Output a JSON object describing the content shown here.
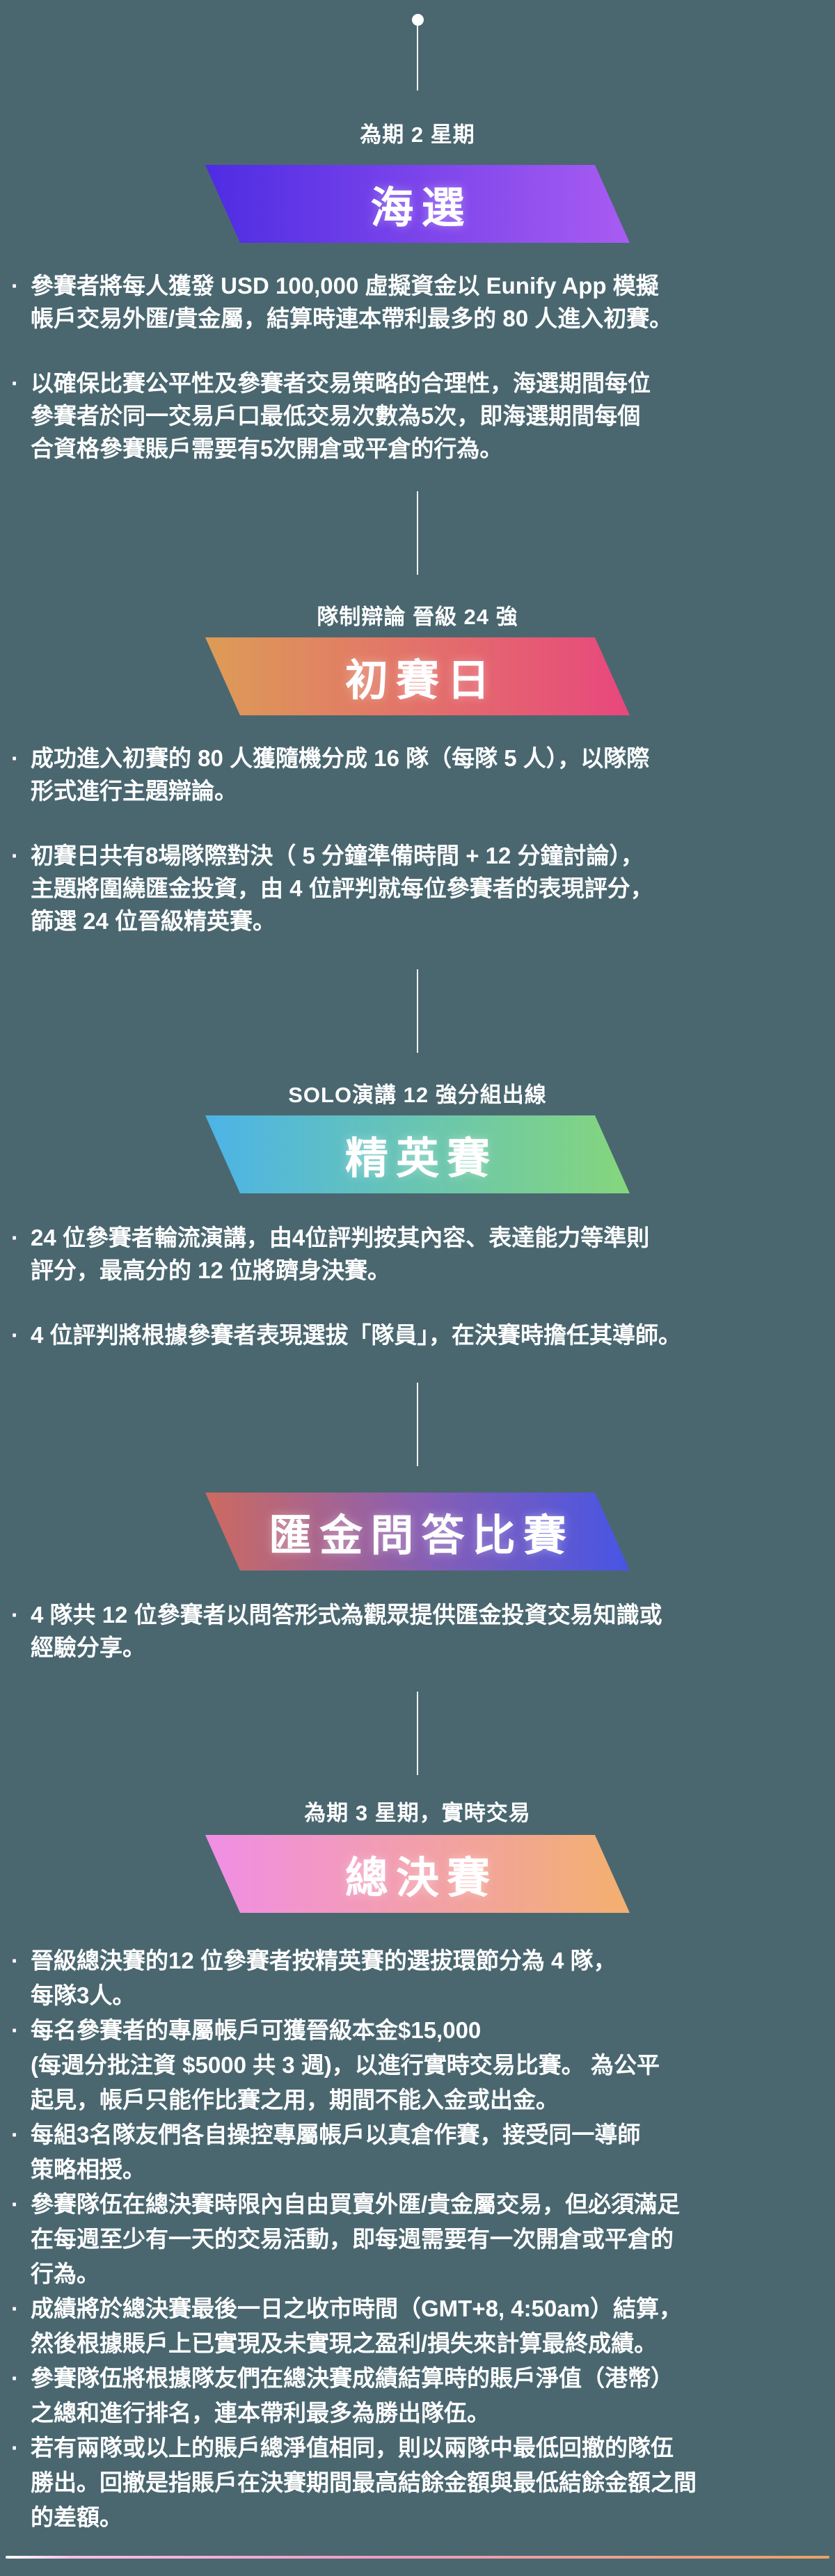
{
  "page": {
    "background_color": "#4a6770",
    "text_color": "#ffffff"
  },
  "timeline": {
    "sections": [
      {
        "label": "為期 2 星期",
        "title": "海選",
        "banner_gradient": [
          "#4e2ce3",
          "#a85cf2"
        ],
        "bullets": [
          "參賽者將每人獲發 USD 100,000 虛擬資金以 Eunify App 模擬\n帳戶交易外匯/貴金屬，結算時連本帶利最多的 80 人進入初賽。",
          "以確保比賽公平性及參賽者交易策略的合理性，海選期間每位\n參賽者於同一交易戶口最低交易次數為5次，即海選期間每個\n合資格參賽賬戶需要有5次開倉或平倉的行為。"
        ]
      },
      {
        "label": "隊制辯論 晉級 24 強",
        "title": "初賽日",
        "banner_gradient": [
          "#dd9c56",
          "#e8477d"
        ],
        "bullets": [
          "成功進入初賽的 80 人獲隨機分成 16 隊（每隊 5 人），以隊際\n形式進行主題辯論。",
          "初賽日共有8場隊際對決（ 5 分鐘準備時間 + 12 分鐘討論），\n主題將圍繞匯金投資，由 4 位評判就每位參賽者的表現評分，\n篩選 24 位晉級精英賽。"
        ]
      },
      {
        "label": "SOLO演講 12 強分組出線",
        "title": "精英賽",
        "banner_gradient": [
          "#4cb4e7",
          "#85d67c"
        ],
        "bullets": [
          "24 位參賽者輪流演講，由4位評判按其內容、表達能力等準則\n評分，最高分的 12 位將躋身決賽。",
          "4 位評判將根據參賽者表現選拔「隊員」，在決賽時擔任其導師。"
        ]
      },
      {
        "label": "",
        "title": "匯金問答比賽",
        "banner_gradient": [
          "#cd6a60",
          "#8a5fb2",
          "#4755e4"
        ],
        "bullets": [
          "4 隊共 12 位參賽者以問答形式為觀眾提供匯金投資交易知識或\n經驗分享。"
        ]
      },
      {
        "label": "為期 3 星期，實時交易",
        "title": "總決賽",
        "banner_gradient": [
          "#f18ee6",
          "#f3b06e"
        ],
        "bullets": [
          "晉級總決賽的12 位參賽者按精英賽的選拔環節分為 4 隊，\n每隊3人。",
          "每名參賽者的專屬帳戶可獲晉級本金$15,000\n(每週分批注資 $5000 共 3 週)，以進行實時交易比賽。 為公平\n起見，帳戶只能作比賽之用，期間不能入金或出金。",
          "每組3名隊友們各自操控專屬帳戶以真倉作賽，接受同一導師\n策略相授。",
          "參賽隊伍在總決賽時限內自由買賣外匯/貴金屬交易，但必須滿足\n在每週至少有一天的交易活動，即每週需要有一次開倉或平倉的\n行為。",
          "成績將於總決賽最後一日之收市時間（GMT+8, 4:50am）結算，\n然後根據賬戶上已實現及未實現之盈利/損失來計算最終成績。",
          "參賽隊伍將根據隊友們在總決賽成績結算時的賬戶淨值（港幣）\n之總和進行排名，連本帶利最多為勝出隊伍。",
          "若有兩隊或以上的賬戶總淨值相同，則以兩隊中最低回撤的隊伍\n勝出。回撤是指賬戶在決賽期間最高結餘金額與最低結餘金額之間\n的差額。"
        ]
      }
    ],
    "footer_divider_gradient": [
      "#ffffff",
      "#f9c0e6 8%",
      "#ee9cc2 45%",
      "#eda262"
    ]
  }
}
